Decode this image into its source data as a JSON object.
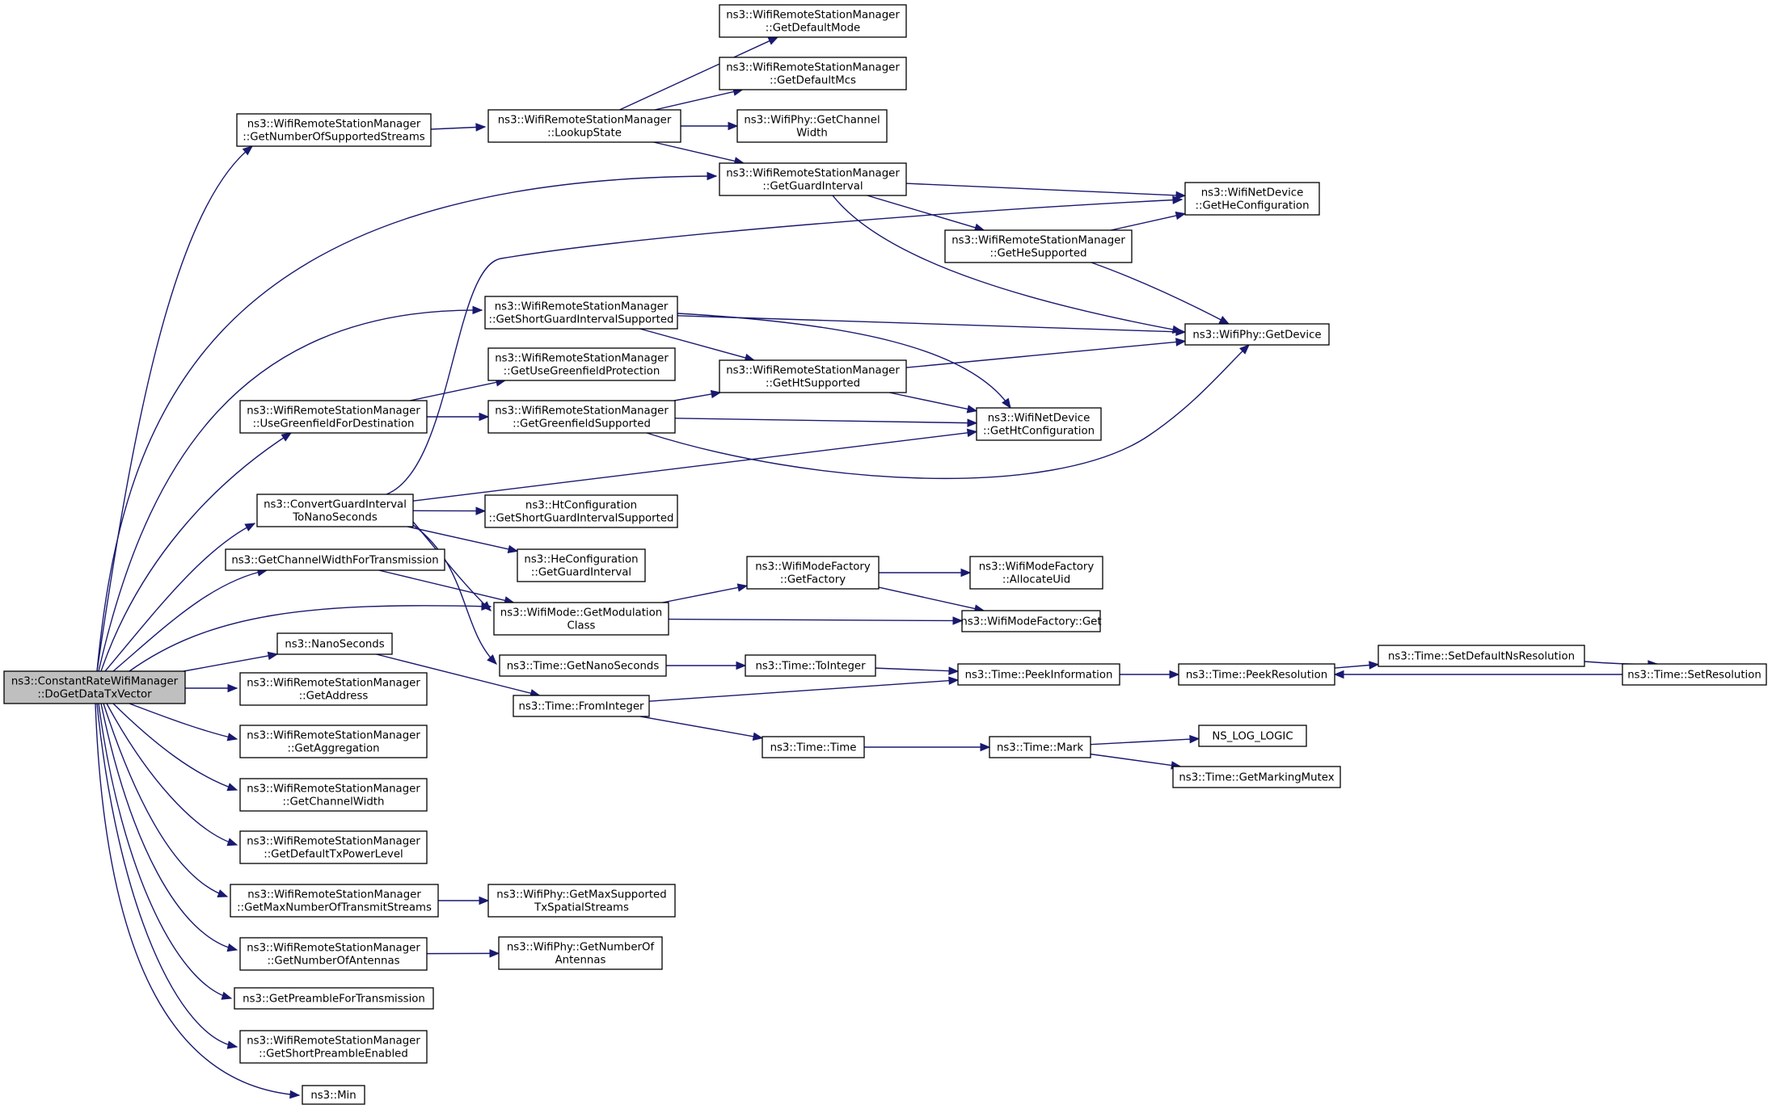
{
  "diagram": {
    "type": "call-graph",
    "nodes": [
      {
        "id": "root",
        "lines": [
          "ns3::ConstantRateWifiManager",
          "::DoGetDataTxVector"
        ],
        "root": true
      },
      {
        "id": "getNumSupStreams",
        "lines": [
          "ns3::WifiRemoteStationManager",
          "::GetNumberOfSupportedStreams"
        ]
      },
      {
        "id": "lookupState",
        "lines": [
          "ns3::WifiRemoteStationManager",
          "::LookupState"
        ]
      },
      {
        "id": "getDefaultMode",
        "lines": [
          "ns3::WifiRemoteStationManager",
          "::GetDefaultMode"
        ]
      },
      {
        "id": "getDefaultMcs",
        "lines": [
          "ns3::WifiRemoteStationManager",
          "::GetDefaultMcs"
        ]
      },
      {
        "id": "phyChannelWidth",
        "lines": [
          "ns3::WifiPhy::GetChannel",
          "Width"
        ]
      },
      {
        "id": "getGuardInterval",
        "lines": [
          "ns3::WifiRemoteStationManager",
          "::GetGuardInterval"
        ]
      },
      {
        "id": "netHeConfig",
        "lines": [
          "ns3::WifiNetDevice",
          "::GetHeConfiguration"
        ]
      },
      {
        "id": "getHeSupported",
        "lines": [
          "ns3::WifiRemoteStationManager",
          "::GetHeSupported"
        ]
      },
      {
        "id": "phyGetDevice",
        "lines": [
          "ns3::WifiPhy::GetDevice"
        ]
      },
      {
        "id": "getShortGISup",
        "lines": [
          "ns3::WifiRemoteStationManager",
          "::GetShortGuardIntervalSupported"
        ]
      },
      {
        "id": "getUseGreenProt",
        "lines": [
          "ns3::WifiRemoteStationManager",
          "::GetUseGreenfieldProtection"
        ]
      },
      {
        "id": "getHtSupported",
        "lines": [
          "ns3::WifiRemoteStationManager",
          "::GetHtSupported"
        ]
      },
      {
        "id": "useGreenForDest",
        "lines": [
          "ns3::WifiRemoteStationManager",
          "::UseGreenfieldForDestination"
        ]
      },
      {
        "id": "getGreenSup",
        "lines": [
          "ns3::WifiRemoteStationManager",
          "::GetGreenfieldSupported"
        ]
      },
      {
        "id": "netHtConfig",
        "lines": [
          "ns3::WifiNetDevice",
          "::GetHtConfiguration"
        ]
      },
      {
        "id": "convertGI",
        "lines": [
          "ns3::ConvertGuardInterval",
          "ToNanoSeconds"
        ]
      },
      {
        "id": "htShortGI",
        "lines": [
          "ns3::HtConfiguration",
          "::GetShortGuardIntervalSupported"
        ]
      },
      {
        "id": "heGuardInterval",
        "lines": [
          "ns3::HeConfiguration",
          "::GetGuardInterval"
        ]
      },
      {
        "id": "chanWidthTx",
        "lines": [
          "ns3::GetChannelWidthForTransmission"
        ]
      },
      {
        "id": "modeFactoryGetFactory",
        "lines": [
          "ns3::WifiModeFactory",
          "::GetFactory"
        ]
      },
      {
        "id": "allocateUid",
        "lines": [
          "ns3::WifiModeFactory",
          "::AllocateUid"
        ]
      },
      {
        "id": "getModClass",
        "lines": [
          "ns3::WifiMode::GetModulation",
          "Class"
        ]
      },
      {
        "id": "modeFactoryGet",
        "lines": [
          "ns3::WifiModeFactory::Get"
        ]
      },
      {
        "id": "nanoSeconds",
        "lines": [
          "ns3::NanoSeconds"
        ]
      },
      {
        "id": "timeGetNano",
        "lines": [
          "ns3::Time::GetNanoSeconds"
        ]
      },
      {
        "id": "timeToInteger",
        "lines": [
          "ns3::Time::ToInteger"
        ]
      },
      {
        "id": "peekInfo",
        "lines": [
          "ns3::Time::PeekInformation"
        ]
      },
      {
        "id": "peekRes",
        "lines": [
          "ns3::Time::PeekResolution"
        ]
      },
      {
        "id": "setDefaultNsRes",
        "lines": [
          "ns3::Time::SetDefaultNsResolution"
        ]
      },
      {
        "id": "setRes",
        "lines": [
          "ns3::Time::SetResolution"
        ]
      },
      {
        "id": "getAddress",
        "lines": [
          "ns3::WifiRemoteStationManager",
          "::GetAddress"
        ]
      },
      {
        "id": "fromInteger",
        "lines": [
          "ns3::Time::FromInteger"
        ]
      },
      {
        "id": "getAggregation",
        "lines": [
          "ns3::WifiRemoteStationManager",
          "::GetAggregation"
        ]
      },
      {
        "id": "timeTime",
        "lines": [
          "ns3::Time::Time"
        ]
      },
      {
        "id": "timeMark",
        "lines": [
          "ns3::Time::Mark"
        ]
      },
      {
        "id": "nsLogLogic",
        "lines": [
          "NS_LOG_LOGIC"
        ]
      },
      {
        "id": "getMarkingMutex",
        "lines": [
          "ns3::Time::GetMarkingMutex"
        ]
      },
      {
        "id": "getChannelWidth",
        "lines": [
          "ns3::WifiRemoteStationManager",
          "::GetChannelWidth"
        ]
      },
      {
        "id": "getDefTxPower",
        "lines": [
          "ns3::WifiRemoteStationManager",
          "::GetDefaultTxPowerLevel"
        ]
      },
      {
        "id": "getMaxTxStreams",
        "lines": [
          "ns3::WifiRemoteStationManager",
          "::GetMaxNumberOfTransmitStreams"
        ]
      },
      {
        "id": "phyMaxSupStreams",
        "lines": [
          "ns3::WifiPhy::GetMaxSupported",
          "TxSpatialStreams"
        ]
      },
      {
        "id": "getNumAntennas",
        "lines": [
          "ns3::WifiRemoteStationManager",
          "::GetNumberOfAntennas"
        ]
      },
      {
        "id": "phyNumAntennas",
        "lines": [
          "ns3::WifiPhy::GetNumberOf",
          "Antennas"
        ]
      },
      {
        "id": "preambleForTx",
        "lines": [
          "ns3::GetPreambleForTransmission"
        ]
      },
      {
        "id": "getShortPreamble",
        "lines": [
          "ns3::WifiRemoteStationManager",
          "::GetShortPreambleEnabled"
        ]
      },
      {
        "id": "min",
        "lines": [
          "ns3::Min"
        ]
      }
    ],
    "edges": [
      [
        "root",
        "getNumSupStreams"
      ],
      [
        "root",
        "getGuardInterval"
      ],
      [
        "root",
        "getShortGISup"
      ],
      [
        "root",
        "useGreenForDest"
      ],
      [
        "root",
        "convertGI"
      ],
      [
        "root",
        "chanWidthTx"
      ],
      [
        "root",
        "getModClass"
      ],
      [
        "root",
        "nanoSeconds"
      ],
      [
        "root",
        "getAddress"
      ],
      [
        "root",
        "getAggregation"
      ],
      [
        "root",
        "getChannelWidth"
      ],
      [
        "root",
        "getDefTxPower"
      ],
      [
        "root",
        "getMaxTxStreams"
      ],
      [
        "root",
        "getNumAntennas"
      ],
      [
        "root",
        "preambleForTx"
      ],
      [
        "root",
        "getShortPreamble"
      ],
      [
        "root",
        "min"
      ],
      [
        "getNumSupStreams",
        "lookupState"
      ],
      [
        "lookupState",
        "getDefaultMode"
      ],
      [
        "lookupState",
        "getDefaultMcs"
      ],
      [
        "lookupState",
        "phyChannelWidth"
      ],
      [
        "lookupState",
        "getGuardInterval"
      ],
      [
        "getGuardInterval",
        "netHeConfig"
      ],
      [
        "getGuardInterval",
        "getHeSupported"
      ],
      [
        "getGuardInterval",
        "phyGetDevice"
      ],
      [
        "getHeSupported",
        "netHeConfig"
      ],
      [
        "getHeSupported",
        "phyGetDevice"
      ],
      [
        "getShortGISup",
        "phyGetDevice"
      ],
      [
        "getShortGISup",
        "getHtSupported"
      ],
      [
        "getShortGISup",
        "netHtConfig"
      ],
      [
        "getHtSupported",
        "phyGetDevice"
      ],
      [
        "getHtSupported",
        "netHtConfig"
      ],
      [
        "useGreenForDest",
        "getUseGreenProt"
      ],
      [
        "useGreenForDest",
        "getGreenSup"
      ],
      [
        "getGreenSup",
        "getHtSupported"
      ],
      [
        "getGreenSup",
        "netHtConfig"
      ],
      [
        "getGreenSup",
        "phyGetDevice"
      ],
      [
        "convertGI",
        "netHeConfig"
      ],
      [
        "convertGI",
        "netHtConfig"
      ],
      [
        "convertGI",
        "htShortGI"
      ],
      [
        "convertGI",
        "heGuardInterval"
      ],
      [
        "convertGI",
        "getModClass"
      ],
      [
        "convertGI",
        "timeGetNano"
      ],
      [
        "chanWidthTx",
        "getModClass"
      ],
      [
        "getModClass",
        "modeFactoryGetFactory"
      ],
      [
        "getModClass",
        "modeFactoryGet"
      ],
      [
        "modeFactoryGetFactory",
        "allocateUid"
      ],
      [
        "modeFactoryGetFactory",
        "modeFactoryGet"
      ],
      [
        "nanoSeconds",
        "fromInteger"
      ],
      [
        "timeGetNano",
        "timeToInteger"
      ],
      [
        "timeToInteger",
        "peekInfo"
      ],
      [
        "fromInteger",
        "peekInfo"
      ],
      [
        "fromInteger",
        "timeTime"
      ],
      [
        "peekInfo",
        "peekRes"
      ],
      [
        "peekRes",
        "setDefaultNsRes"
      ],
      [
        "setDefaultNsRes",
        "setRes"
      ],
      [
        "setRes",
        "peekRes"
      ],
      [
        "timeTime",
        "timeMark"
      ],
      [
        "timeMark",
        "nsLogLogic"
      ],
      [
        "timeMark",
        "getMarkingMutex"
      ],
      [
        "getMaxTxStreams",
        "phyMaxSupStreams"
      ],
      [
        "getNumAntennas",
        "phyNumAntennas"
      ]
    ]
  }
}
